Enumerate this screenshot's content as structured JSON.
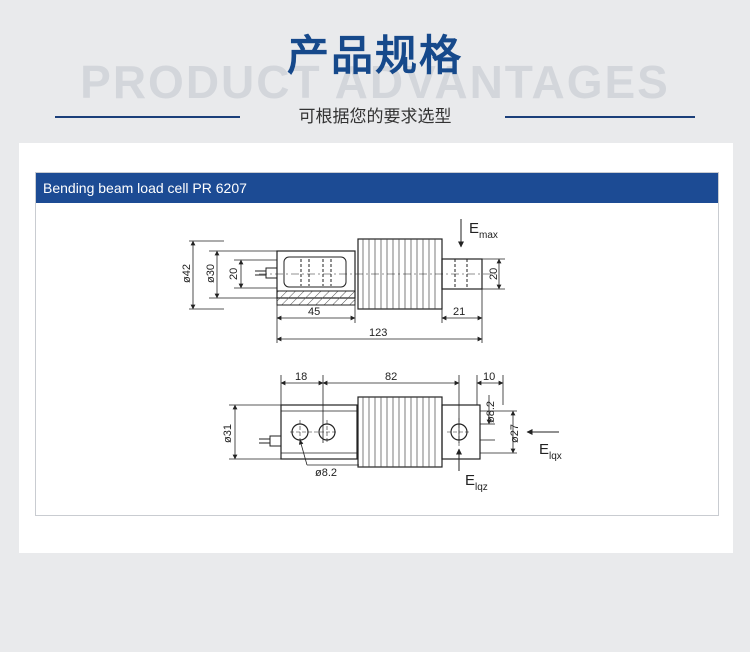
{
  "header": {
    "background_word": "PRODUCT ADVANTAGES",
    "title": "产品规格",
    "subtitle": "可根据您的要求选型"
  },
  "panel": {
    "title": "Bending beam load cell PR 6207"
  },
  "drawing_side": {
    "dim_42": "ø42",
    "dim_30": "ø30",
    "dim_20_left": "20",
    "dim_20_right": "20",
    "dim_45": "45",
    "dim_21": "21",
    "dim_123": "123",
    "force_e": "E",
    "force_sub": "max"
  },
  "drawing_top": {
    "dim_18": "18",
    "dim_82": "82",
    "dim_10": "10",
    "dim_31": "ø31",
    "dim_8_2_right": "ø8.2",
    "dim_27": "ø27",
    "dim_8_2_bottom": "ø8.2",
    "force_x_e": "E",
    "force_x_sub": "lqx",
    "force_z_e": "E",
    "force_z_sub": "lqz"
  },
  "colors": {
    "title_blue": "#16498b",
    "panel_header": "#1c4b94",
    "page_bg": "#e9eaec"
  }
}
